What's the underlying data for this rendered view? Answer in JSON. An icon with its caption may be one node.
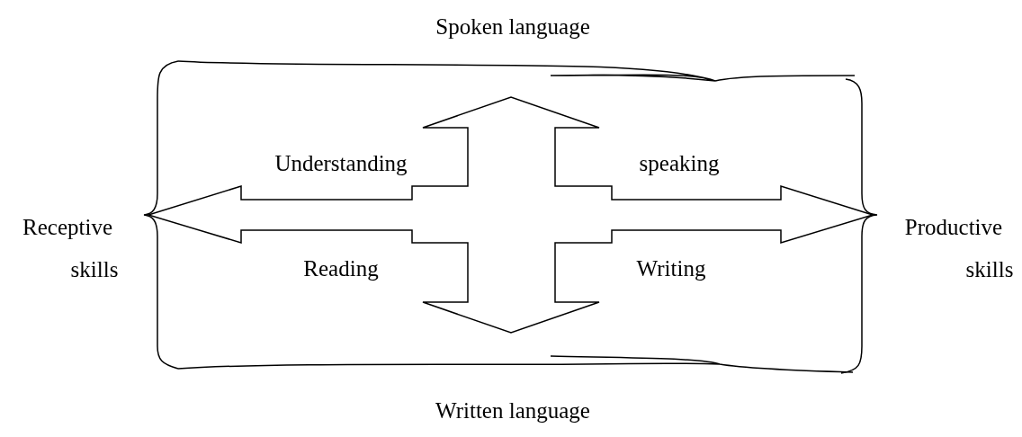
{
  "diagram": {
    "labels": [
      "Spoken language",
      "Understanding",
      "speaking",
      "Receptive",
      "Productive",
      "skills",
      "Reading",
      "Writing",
      "skills",
      "Written language"
    ]
  }
}
